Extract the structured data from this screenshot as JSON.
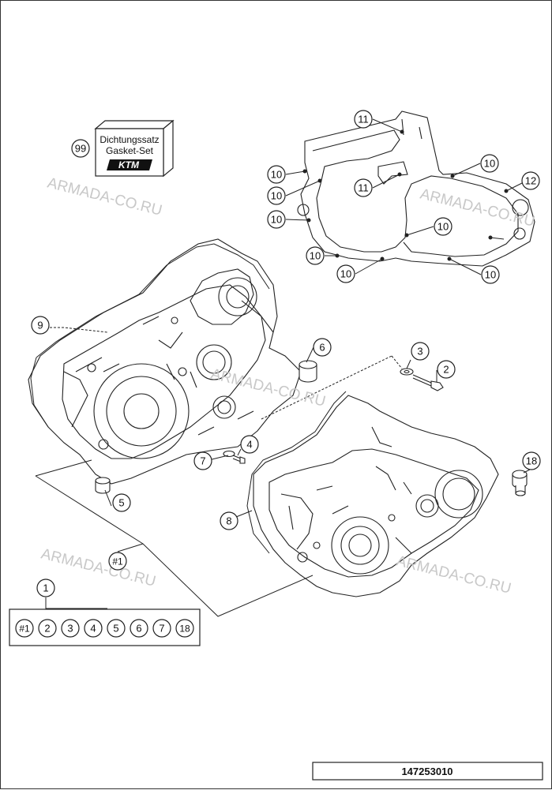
{
  "gasket_set": {
    "number": "99",
    "line1": "Dichtungssatz",
    "line2": "Gasket-Set",
    "logo": "KTM"
  },
  "watermarks": [
    "ARMADA-CO.RU",
    "ARMADA-CO.RU",
    "ARMADA-CO.RU",
    "ARMADA-CO.RU",
    "ARMADA-CO.RU",
    "ARMADA-CO.RU"
  ],
  "callouts": [
    {
      "label": "11"
    },
    {
      "label": "11"
    },
    {
      "label": "10"
    },
    {
      "label": "10"
    },
    {
      "label": "10"
    },
    {
      "label": "10"
    },
    {
      "label": "10"
    },
    {
      "label": "10"
    },
    {
      "label": "10"
    },
    {
      "label": "10"
    },
    {
      "label": "12"
    },
    {
      "label": "9"
    },
    {
      "label": "6"
    },
    {
      "label": "3"
    },
    {
      "label": "2"
    },
    {
      "label": "4"
    },
    {
      "label": "7"
    },
    {
      "label": "5"
    },
    {
      "label": "18"
    },
    {
      "label": "8"
    },
    {
      "label": "#1"
    },
    {
      "label": "1"
    }
  ],
  "kit_contents": [
    "#1",
    "2",
    "3",
    "4",
    "5",
    "6",
    "7",
    "18"
  ],
  "document_number": "147253010"
}
